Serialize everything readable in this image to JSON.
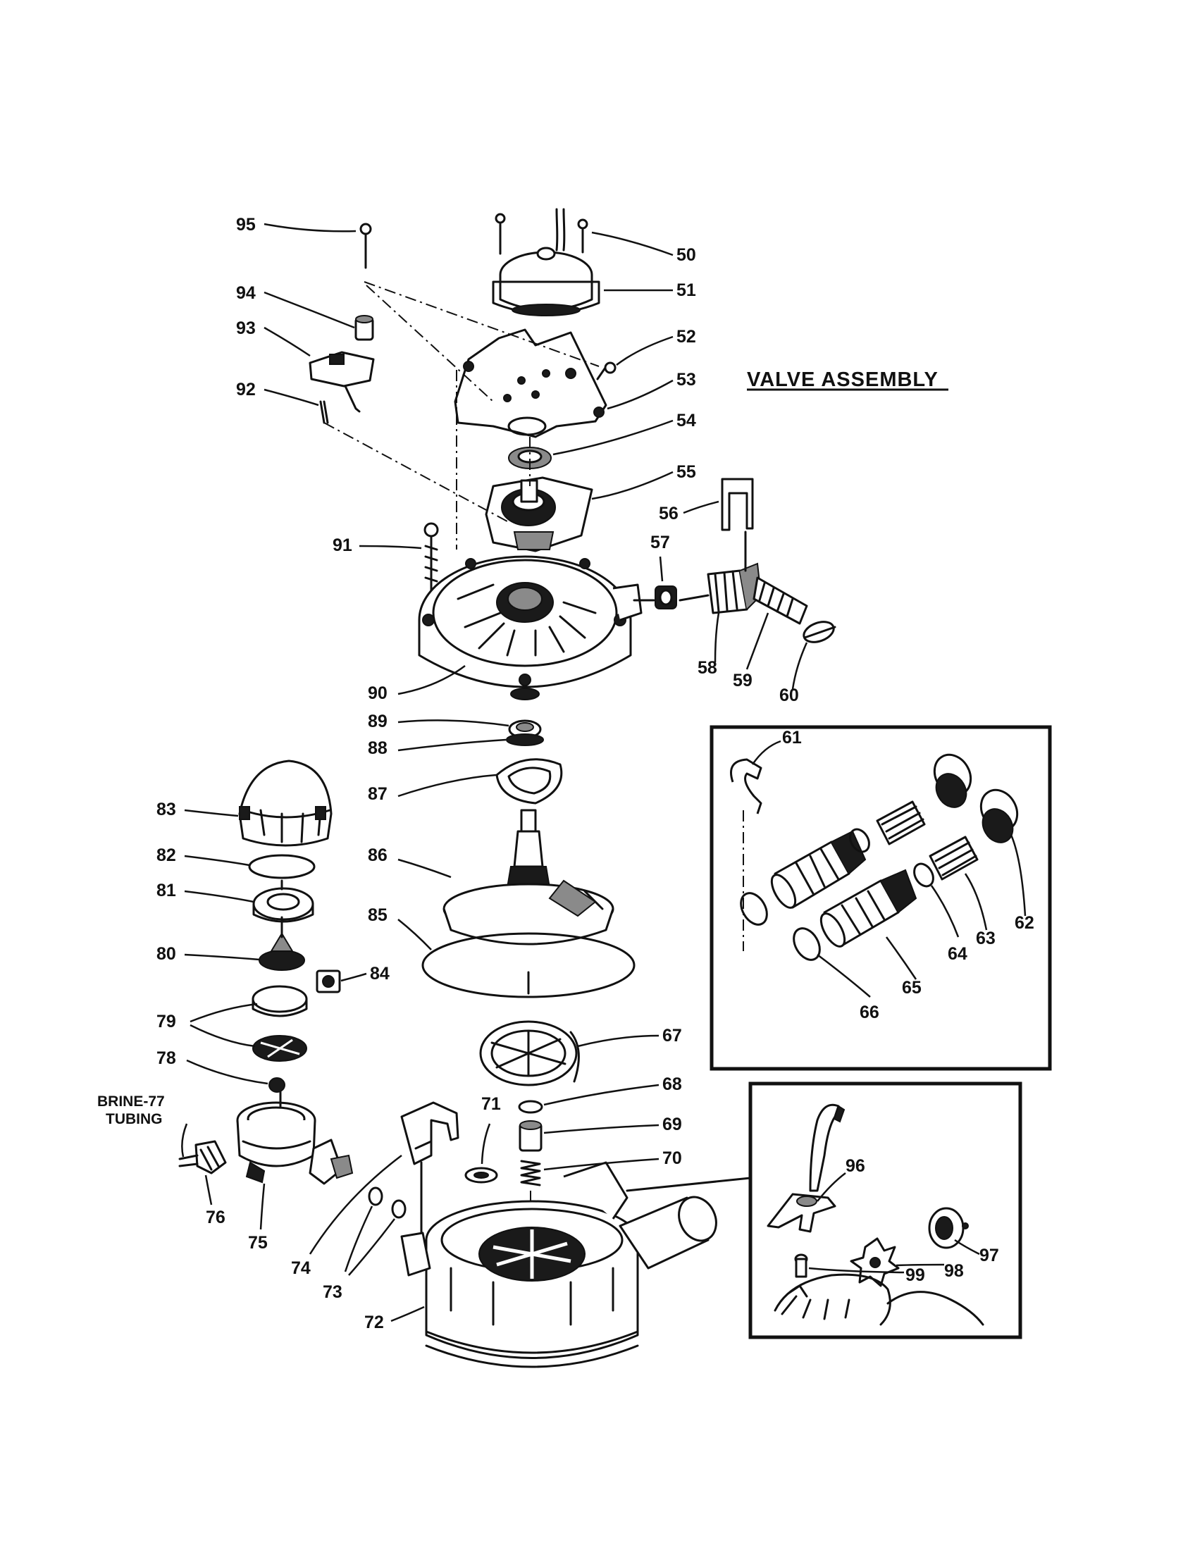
{
  "title": "VALVE ASSEMBLY",
  "side_label": {
    "line1": "BRINE-77",
    "line2": "TUBING"
  },
  "labels": {
    "p50": "50",
    "p51": "51",
    "p52": "52",
    "p53": "53",
    "p54": "54",
    "p55": "55",
    "p56": "56",
    "p57": "57",
    "p58": "58",
    "p59": "59",
    "p60": "60",
    "p61": "61",
    "p62": "62",
    "p63": "63",
    "p64": "64",
    "p65": "65",
    "p66": "66",
    "p67": "67",
    "p68": "68",
    "p69": "69",
    "p70": "70",
    "p71": "71",
    "p72": "72",
    "p73": "73",
    "p74": "74",
    "p75": "75",
    "p76": "76",
    "p78": "78",
    "p79": "79",
    "p80": "80",
    "p81": "81",
    "p82": "82",
    "p83": "83",
    "p84": "84",
    "p85": "85",
    "p86": "86",
    "p87": "87",
    "p88": "88",
    "p89": "89",
    "p90": "90",
    "p91": "91",
    "p92": "92",
    "p93": "93",
    "p94": "94",
    "p95": "95",
    "p96": "96",
    "p97": "97",
    "p98": "98",
    "p99": "99"
  }
}
